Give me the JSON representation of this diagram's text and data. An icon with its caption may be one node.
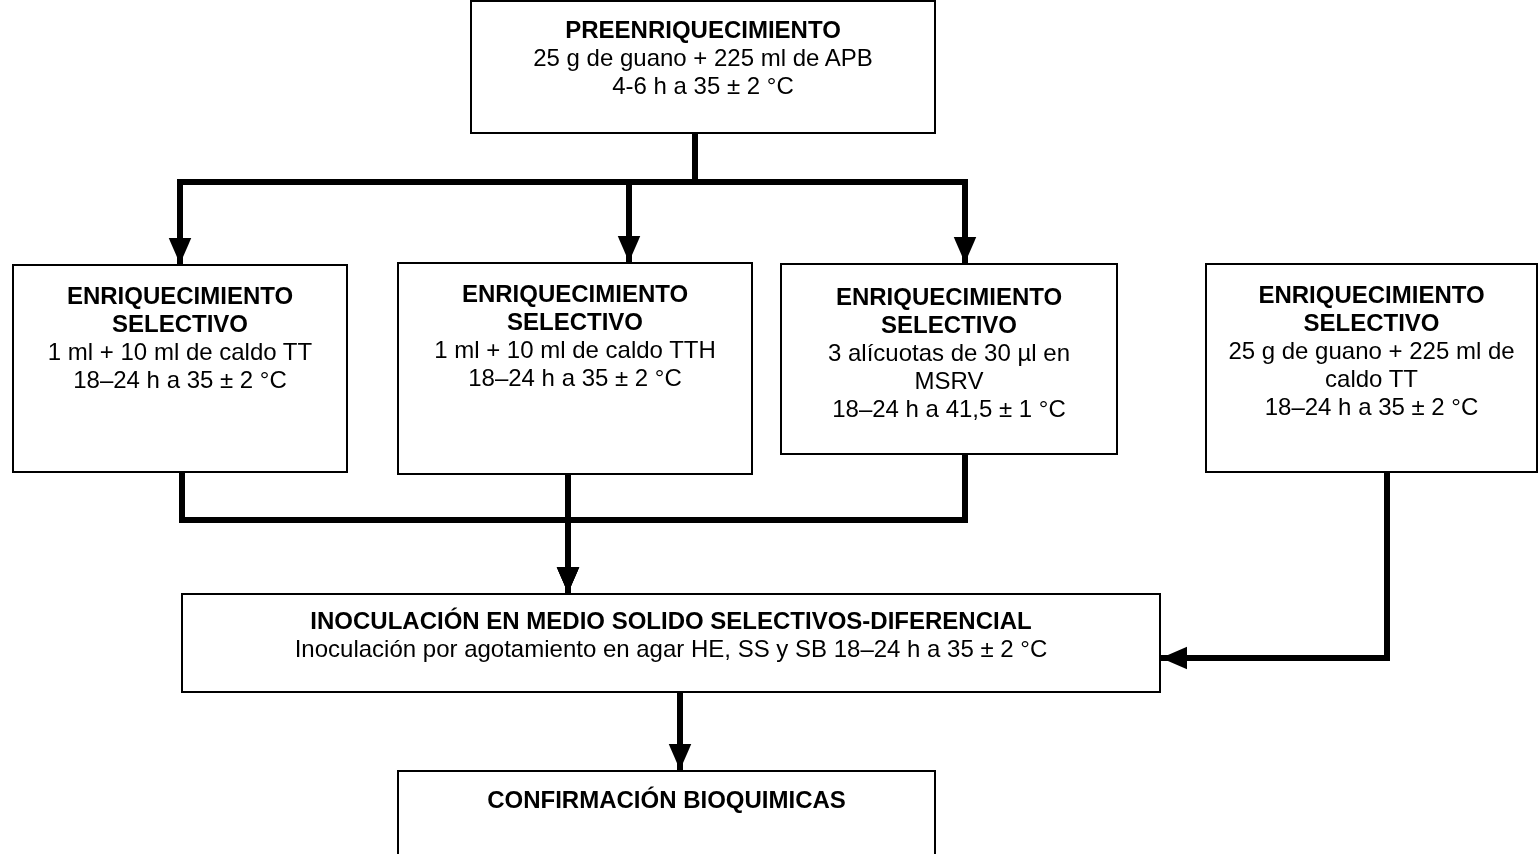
{
  "diagram": {
    "nodes": [
      {
        "text": [
          "PREENRIQUECIMIENTO",
          "25 g de guano + 225 ml de APB",
          "4-6 h a 35 ± 2 °C"
        ]
      },
      {
        "text": [
          "ENRIQUECIMIENTO SELECTIVO",
          "1 ml + 10 ml de caldo TT",
          "18–24 h a 35 ± 2 °C"
        ]
      },
      {
        "text": [
          "ENRIQUECIMIENTO SELECTIVO",
          "1 ml + 10 ml de caldo TTH",
          "18–24 h a 35 ± 2 °C"
        ]
      },
      {
        "text": [
          "ENRIQUECIMIENTO SELECTIVO",
          "3 alícuotas de 30 µl en MSRV",
          "18–24 h a 41,5 ± 1 °C"
        ]
      },
      {
        "text": [
          "ENRIQUECIMIENTO SELECTIVO",
          "25 g de guano + 225 ml de caldo TT",
          "18–24 h a 35 ± 2 °C"
        ]
      },
      {
        "text": [
          "INOCULACIÓN EN MEDIO SOLIDO SELECTIVOS-DIFERENCIAL",
          "Inoculación por agotamiento en agar HE, SS y SB 18–24 h a 35 ± 2 °C"
        ]
      },
      {
        "text": [
          "CONFIRMACIÓN BIOQUIMICAS"
        ]
      }
    ],
    "edges": [
      {
        "from": 0,
        "to": 1,
        "arrow": "to"
      },
      {
        "from": 0,
        "to": 2,
        "arrow": "to"
      },
      {
        "from": 0,
        "to": 3,
        "arrow": "to"
      },
      {
        "from": 1,
        "to": 5,
        "arrow": "to"
      },
      {
        "from": 2,
        "to": 5,
        "arrow": "to"
      },
      {
        "from": 3,
        "to": 5,
        "arrow": "to"
      },
      {
        "from": 4,
        "to": 5,
        "arrow": "to"
      },
      {
        "from": 5,
        "to": 6,
        "arrow": "to"
      }
    ]
  }
}
